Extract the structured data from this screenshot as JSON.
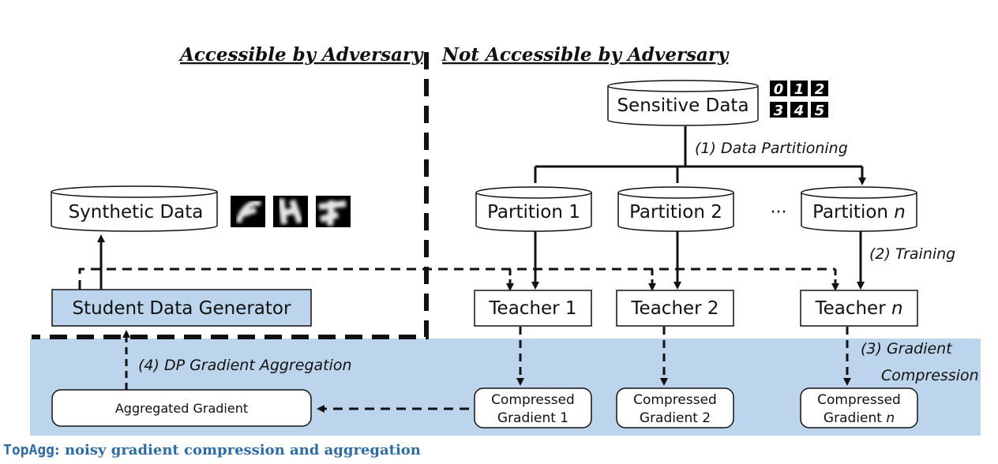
{
  "headers": {
    "accessible": "Accessible by Adversary",
    "not_accessible": "Not Accessible by Adversary"
  },
  "nodes": {
    "sensitive_data": "Sensitive Data",
    "synthetic_data": "Synthetic Data",
    "partition_1": "Partition 1",
    "partition_2": "Partition 2",
    "partition_n_prefix": "Partition",
    "partition_n_var": "n",
    "ellipsis": "···",
    "student_generator": "Student Data Generator",
    "teacher_1": "Teacher 1",
    "teacher_2": "Teacher 2",
    "teacher_n_prefix": "Teacher",
    "teacher_n_var": "n",
    "aggregated_gradient": "Aggregated Gradient",
    "compressed_1_line1": "Compressed",
    "compressed_1_line2": "Gradient 1",
    "compressed_2_line1": "Compressed",
    "compressed_2_line2": "Gradient 2",
    "compressed_n_line1": "Compressed",
    "compressed_n_line2_prefix": "Gradient",
    "compressed_n_line2_var": "n"
  },
  "steps": {
    "step1": "(1) Data Partitioning",
    "step2": "(2) Training",
    "step3_line1": "(3) Gradient",
    "step3_line2": "Compression",
    "step4": "(4) DP Gradient Aggregation"
  },
  "footer": {
    "code": "TopAgg",
    "rest": ": noisy gradient compression and aggregation"
  },
  "mnist_digits": [
    "0",
    "1",
    "2",
    "3",
    "4",
    "5"
  ],
  "colors": {
    "highlight_band": "#bcd5ec",
    "student_fill": "#bcd5ec",
    "footer_text": "#2e6ca4",
    "line": "#111111",
    "digit_bg": "#000000",
    "digit_fg": "#ffffff"
  }
}
